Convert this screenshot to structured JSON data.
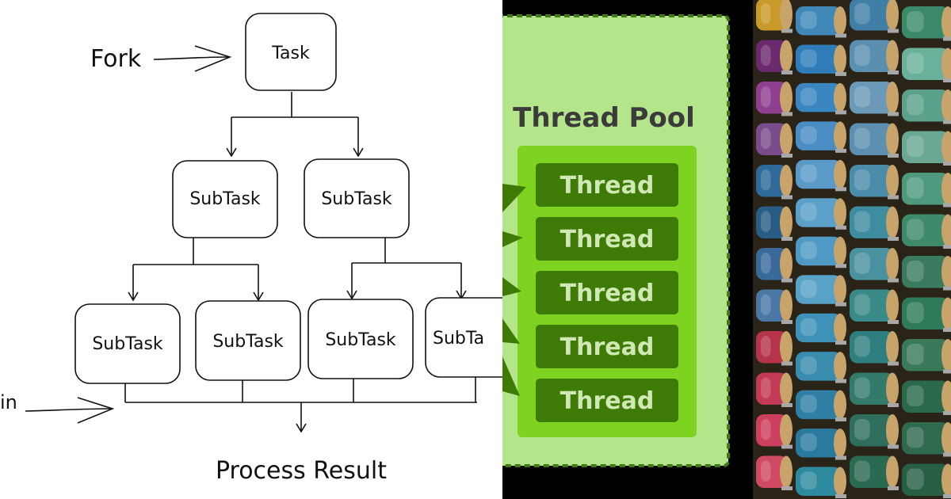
{
  "forkjoin": {
    "fork_label": "Fork",
    "join_label": "in",
    "root": "Task",
    "level1": [
      "SubTask",
      "SubTask"
    ],
    "level2": [
      "SubTask",
      "SubTask",
      "SubTask",
      "SubTa"
    ],
    "result_label": "Process Result"
  },
  "pool": {
    "title": "Thread Pool",
    "threads": [
      "Thread",
      "Thread",
      "Thread",
      "Thread",
      "Thread"
    ],
    "colors": {
      "outer_fill": "#b5e58a",
      "outer_border": "#3f7a14",
      "inner_fill": "#7ed321",
      "thread_fill": "#3e7a06",
      "thread_text": "#cfe8b4",
      "title_text": "#3b3b3b"
    }
  },
  "photo": {
    "subject": "thread-spools-photo"
  }
}
